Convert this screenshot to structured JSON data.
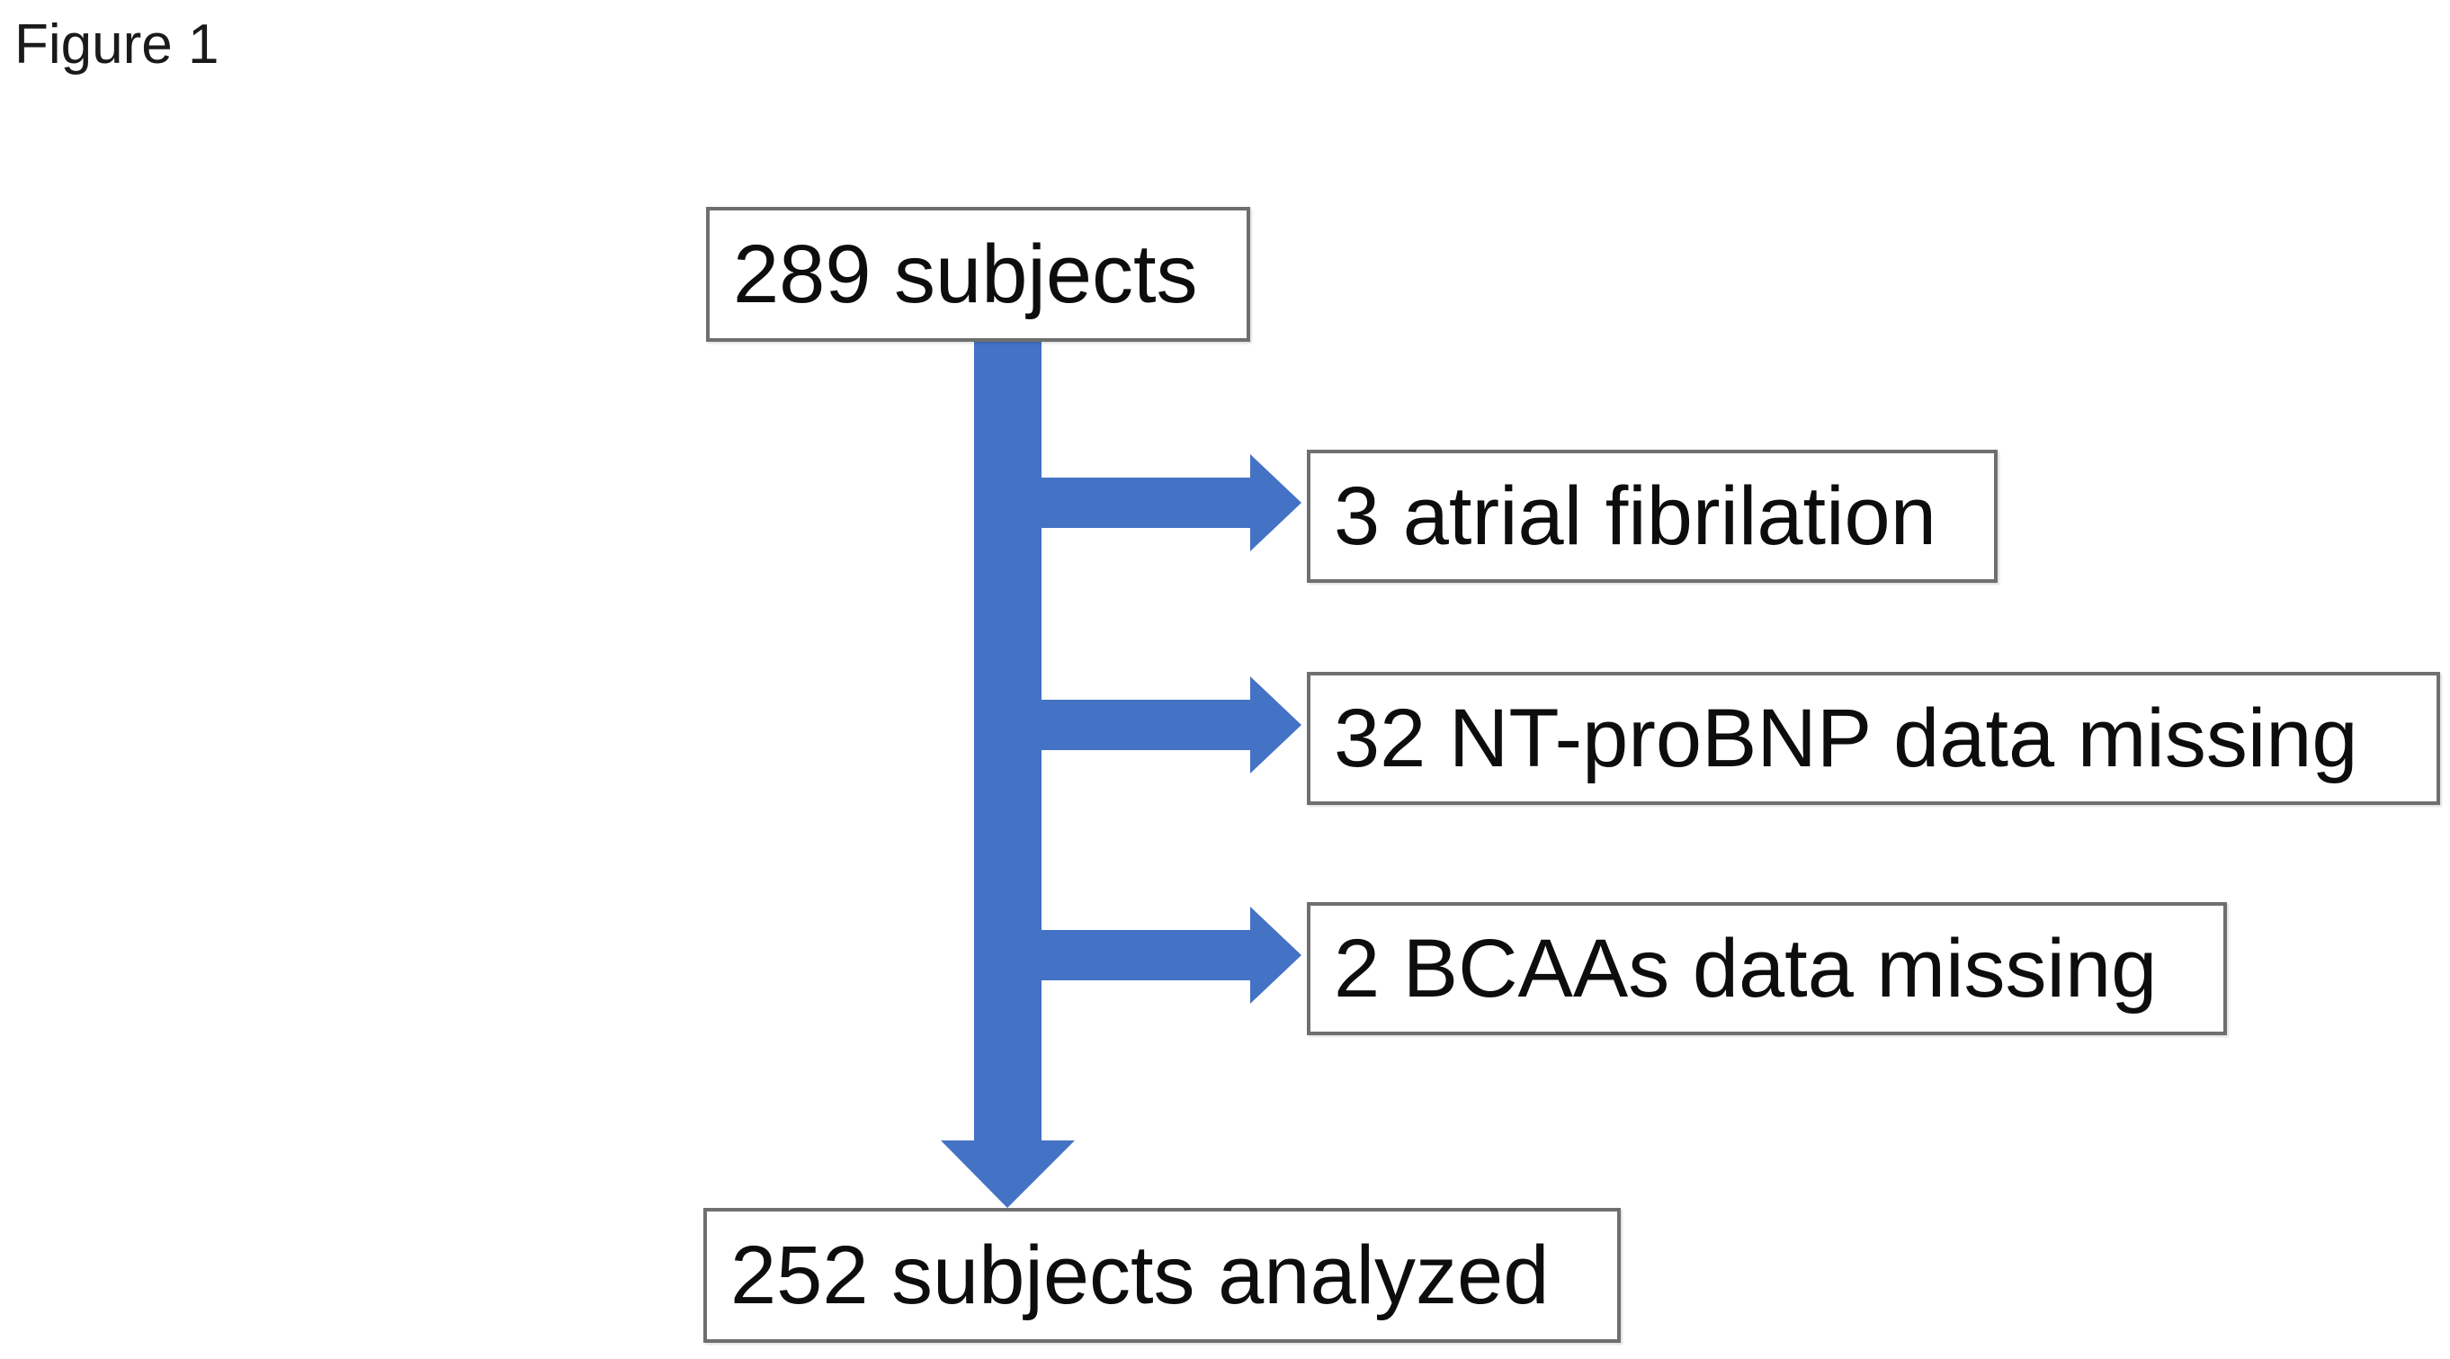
{
  "figure_label": "Figure 1",
  "colors": {
    "arrow": "#4472C4",
    "box_border": "#6f6f6f",
    "text": "#0d0d0d"
  },
  "nodes": {
    "start": "289 subjects",
    "exclusions": [
      "3 atrial fibrilation",
      "32 NT-proBNP data missing",
      "2 BCAAs data missing"
    ],
    "end": "252 subjects analyzed"
  }
}
